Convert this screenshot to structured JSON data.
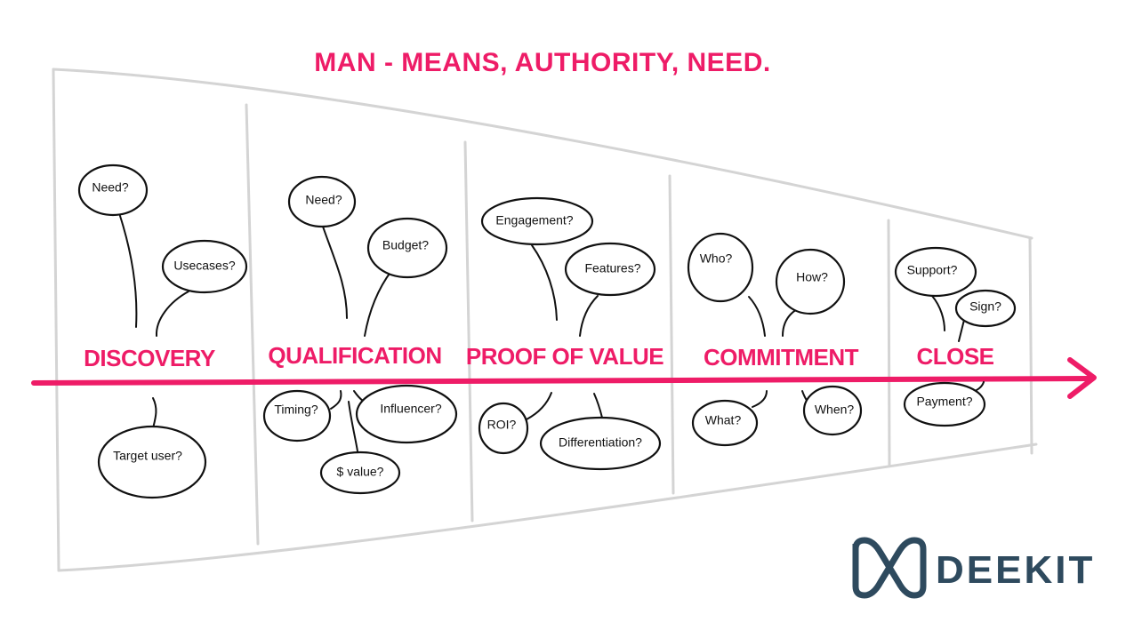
{
  "title": "MAN - MEANS, AUTHORITY, NEED.",
  "stages": [
    {
      "label": "DISCOVERY",
      "questions": [
        "Need?",
        "Usecases?",
        "Target user?"
      ]
    },
    {
      "label": "QUALIFICATION",
      "questions": [
        "Need?",
        "Budget?",
        "Timing?",
        "Influencer?",
        "$ value?"
      ]
    },
    {
      "label": "PROOF OF VALUE",
      "questions": [
        "Engagement?",
        "Features?",
        "ROI?",
        "Differentiation?"
      ]
    },
    {
      "label": "COMMITMENT",
      "questions": [
        "Who?",
        "How?",
        "What?",
        "When?"
      ]
    },
    {
      "label": "CLOSE",
      "questions": [
        "Support?",
        "Sign?",
        "Payment?"
      ]
    }
  ],
  "logo": {
    "text": "DEEKIT"
  },
  "colors": {
    "accent": "#ee1c67",
    "outline": "#d4d4d4",
    "logo": "#2e4a5e",
    "ink": "#111111"
  }
}
